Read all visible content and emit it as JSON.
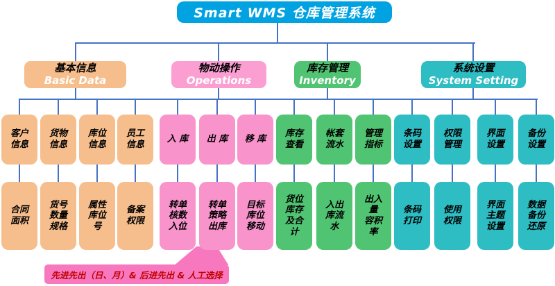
{
  "title": "Smart WMS  仓库管理系统",
  "colors": {
    "title_bg": "#00A2E2",
    "connector": "#4472C4",
    "basic_data": "#F6BE8D",
    "operations_l2": "#FB9FD2",
    "operations": "#F893CB",
    "inventory": "#50C472",
    "system": "#2EBDC3",
    "callout_bg": "#F878BF",
    "callout_text": "#C00000"
  },
  "groups": [
    {
      "label_cn": "基本信息",
      "label_en": "Basic Data",
      "children": [
        {
          "label": "客户\n信息",
          "detail": "合同\n面积"
        },
        {
          "label": "货物\n信息",
          "detail": "货号\n数量\n规格"
        },
        {
          "label": "库位\n信息",
          "detail": "属性\n库位\n号"
        },
        {
          "label": "员工\n信息",
          "detail": "备案\n权限"
        }
      ]
    },
    {
      "label_cn": "物动操作",
      "label_en": "Operations",
      "children": [
        {
          "label": "入 库",
          "detail": "转单\n核数\n入位"
        },
        {
          "label": "出 库",
          "detail": "转单\n策略\n出库"
        },
        {
          "label": "移 库",
          "detail": "目标\n库位\n移动"
        }
      ]
    },
    {
      "label_cn": "库存管理",
      "label_en": "Inventory",
      "children": [
        {
          "label": "库存\n查看",
          "detail": "货位\n库存\n及合\n计"
        },
        {
          "label": "帐套\n流水",
          "detail": "入出\n库流\n水"
        },
        {
          "label": "管理\n指标",
          "detail": "出入\n量\n容积\n率"
        }
      ]
    },
    {
      "label_cn": "系统设置",
      "label_en": "System Setting",
      "children": [
        {
          "label": "条码\n设置",
          "detail": "条码\n打印"
        },
        {
          "label": "权限\n管理",
          "detail": "使用\n权限"
        },
        {
          "label": "界面\n设置",
          "detail": "界面\n主题\n设置"
        },
        {
          "label": "备份\n设置",
          "detail": "数据\n备份\n还原"
        }
      ]
    }
  ],
  "callout": {
    "text": "先进先出（日、月）& 后进先出 & 人工选择"
  }
}
